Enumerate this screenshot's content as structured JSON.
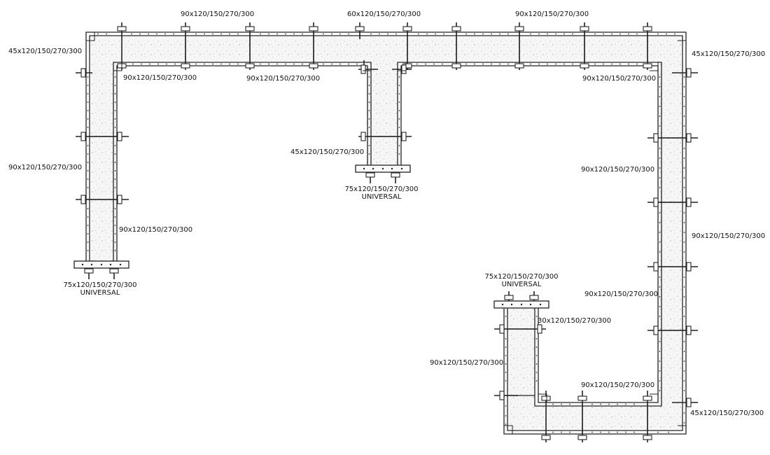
{
  "labels": {
    "top_1": "90x120/150/270/300",
    "top_2": "60x120/150/270/300",
    "top_3": "90x120/150/270/300",
    "corner_top_left": "45x120/150/270/300",
    "inner_top_left_1": "90x120/150/270/300",
    "inner_top_left_2": "90x120/150/270/300",
    "left_outer": "90x120/150/270/300",
    "left_inner": "90x120/150/270/300",
    "left_end_size": "75x120/150/270/300",
    "left_end_type": "UNIVERSAL",
    "mid_corner": "45x120/150/270/300",
    "mid_end_size": "75x120/150/270/300",
    "mid_end_type": "UNIVERSAL",
    "corner_top_right": "45x120/150/270/300",
    "inner_top_right": "90x120/150/270/300",
    "right_inner_1": "90x120/150/270/300",
    "right_outer": "90x120/150/270/300",
    "right_inner_2": "90x120/150/270/300",
    "bottom_end_size": "75x120/150/270/300",
    "bottom_end_type": "UNIVERSAL",
    "bottom_left_inner": "30x120/150/270/300",
    "bottom_left_outer": "90x120/150/270/300",
    "bottom_inner": "90x120/150/270/300",
    "corner_bottom_right": "45x120/150/270/300"
  },
  "colors": {
    "line": "#222222",
    "concrete": "#f4f4f4",
    "speckle": "#b8b8b8"
  }
}
